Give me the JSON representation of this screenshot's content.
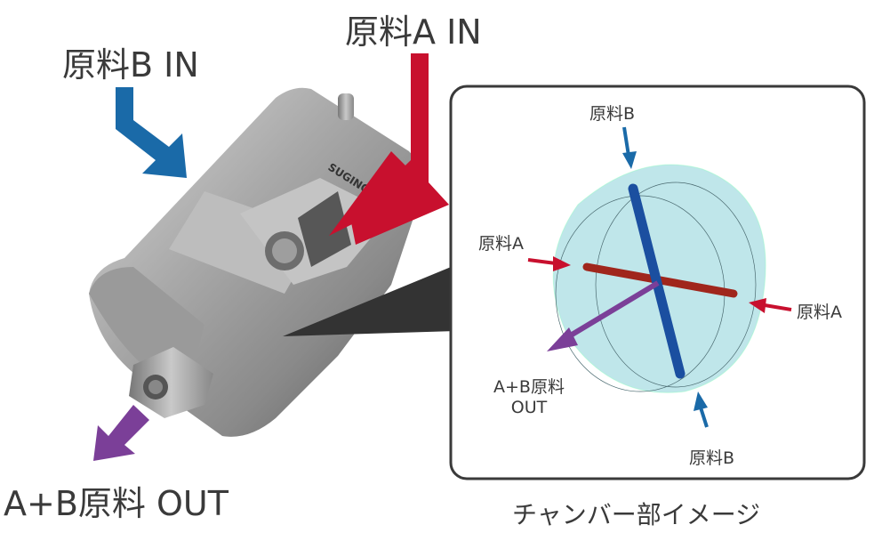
{
  "labels": {
    "material_a_in": "原料A IN",
    "material_b_in": "原料B IN",
    "mixed_out": "A+B原料 OUT",
    "chamber_caption": "チャンバー部イメージ"
  },
  "chamber": {
    "b_top": "原料B",
    "a_left": "原料A",
    "a_right": "原料A",
    "mixed_out_line1": "A+B原料",
    "mixed_out_line2": "OUT",
    "b_bottom": "原料B"
  },
  "device_logo": "SUGINO",
  "colors": {
    "material_a": "#c8102e",
    "material_b": "#1a6aa8",
    "mixed": "#7b3f98",
    "chamber_fill": "#bfe6ea"
  }
}
